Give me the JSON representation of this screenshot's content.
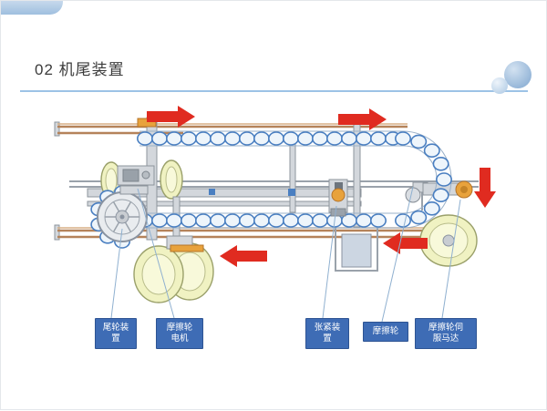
{
  "slide": {
    "title": "02 机尾装置"
  },
  "callouts": [
    {
      "name": "tail-wheel-device",
      "lines": [
        "尾轮装",
        "置"
      ]
    },
    {
      "name": "friction-wheel-motor",
      "lines": [
        "摩擦轮",
        "电机"
      ]
    },
    {
      "name": "tensioning-device",
      "lines": [
        "张紧装",
        "置"
      ]
    },
    {
      "name": "friction-wheel",
      "lines": [
        "摩擦轮"
      ]
    },
    {
      "name": "friction-wheel-servo-motor",
      "lines": [
        "摩擦轮伺",
        "服马达"
      ]
    }
  ],
  "colors": {
    "accent_blue": "#9dc3e6",
    "callout_bg": "#3e6cb5",
    "callout_border": "#2e5493",
    "arrow_red": "#e02b20",
    "roller_blue": "#4a7fc1",
    "rail_copper": "#b5835a",
    "wheel_cream": "#f0f2c2",
    "structure_gray": "#9aa2ab"
  }
}
